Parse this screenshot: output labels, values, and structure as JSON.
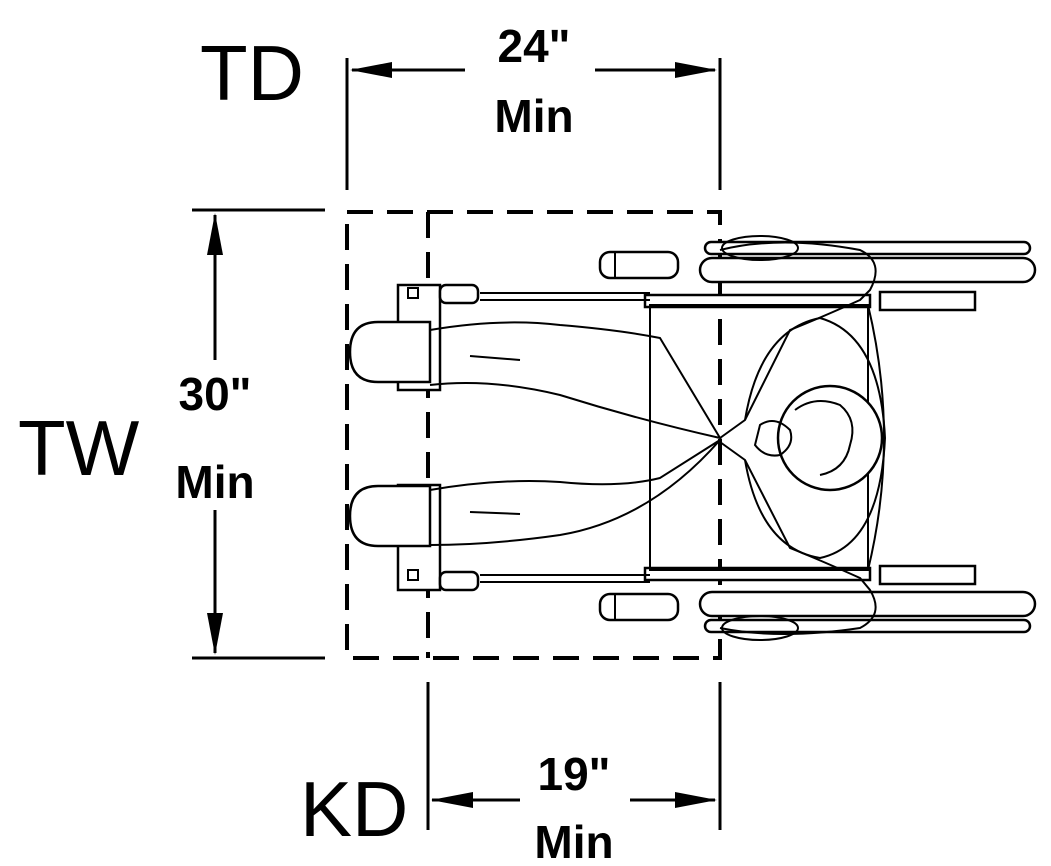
{
  "labels": {
    "td": "TD",
    "tw": "TW",
    "kd": "KD"
  },
  "dimensions": {
    "top_value": "24\"",
    "top_unit": "Min",
    "side_value": "30\"",
    "side_unit": "Min",
    "bottom_value": "19\"",
    "bottom_unit": "Min"
  }
}
